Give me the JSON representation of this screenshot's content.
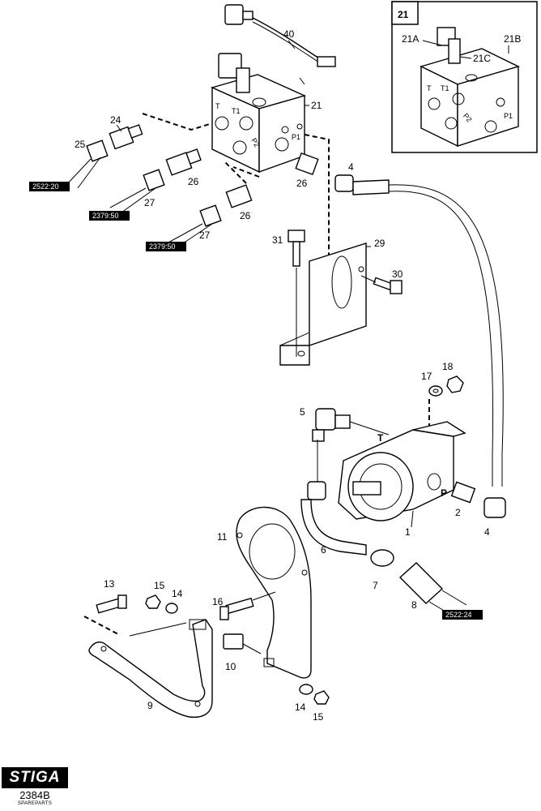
{
  "inset": {
    "title": "21",
    "labels": {
      "a": "21A",
      "b": "21B",
      "c": "21C"
    },
    "ports": {
      "t": "T",
      "t1": "T1",
      "p1": "P1",
      "p2": "P2"
    }
  },
  "valve_ports": {
    "t": "T",
    "t1": "T1",
    "p1": "P1",
    "p2": "P2"
  },
  "pump_ports": {
    "t": "T",
    "p": "P"
  },
  "callouts": {
    "c40": "40",
    "c21": "21",
    "c24": "24",
    "c25": "25",
    "c26a": "26",
    "c26b": "26",
    "c26c": "26",
    "c27a": "27",
    "c27b": "27",
    "c4a": "4",
    "c31": "31",
    "c29": "29",
    "c30": "30",
    "c17": "17",
    "c18": "18",
    "c5": "5",
    "c2": "2",
    "c4b": "4",
    "c1": "1",
    "c11": "11",
    "c6": "6",
    "c7": "7",
    "c8": "8",
    "c13": "13",
    "c15a": "15",
    "c14a": "14",
    "c16": "16",
    "c10": "10",
    "c9": "9",
    "c14b": "14",
    "c15b": "15"
  },
  "refs": {
    "r1": "2522:20",
    "r2": "2379:50",
    "r3": "2379:50",
    "r4": "2522:24"
  },
  "footer": {
    "brand": "STIGA",
    "doc_number": "2384B",
    "doc_sub": "SPAREPARTS"
  }
}
